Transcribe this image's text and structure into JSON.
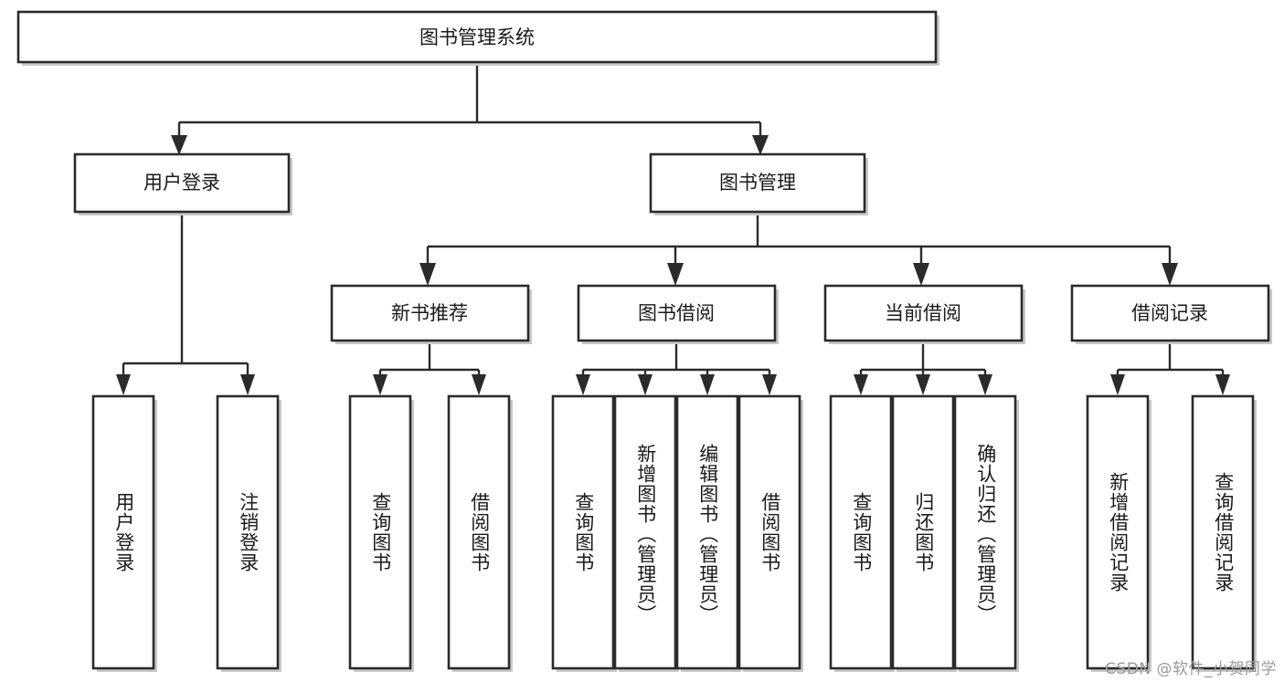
{
  "diagram": {
    "title": "图书管理系统",
    "type": "tree-hierarchy-flowchart",
    "watermark": "CSDN @软件_小贺同学",
    "colors": {
      "box_fill": "#ffffff",
      "box_stroke": "#2b2b2b",
      "text": "#1a1a1a",
      "watermark": "#9a9a9a",
      "background": "#ffffff"
    },
    "root": {
      "label": "图书管理系统"
    },
    "level2": [
      {
        "label": "用户登录"
      },
      {
        "label": "图书管理"
      }
    ],
    "level3": [
      {
        "label": "新书推荐"
      },
      {
        "label": "图书借阅"
      },
      {
        "label": "当前借阅"
      },
      {
        "label": "借阅记录"
      }
    ],
    "leaves": {
      "user_login": [
        {
          "label": "用户登录"
        },
        {
          "label": "注销登录"
        }
      ],
      "new_book_recommend": [
        {
          "label": "查询图书"
        },
        {
          "label": "借阅图书"
        }
      ],
      "book_borrow": [
        {
          "label": "查询图书"
        },
        {
          "label": "新增图书（管理员）"
        },
        {
          "label": "编辑图书（管理员）"
        },
        {
          "label": "借阅图书"
        }
      ],
      "current_borrow": [
        {
          "label": "查询图书"
        },
        {
          "label": "归还图书"
        },
        {
          "label": "确认归还（管理员）"
        }
      ],
      "borrow_record": [
        {
          "label": "新增借阅记录"
        },
        {
          "label": "查询借阅记录"
        }
      ]
    }
  }
}
